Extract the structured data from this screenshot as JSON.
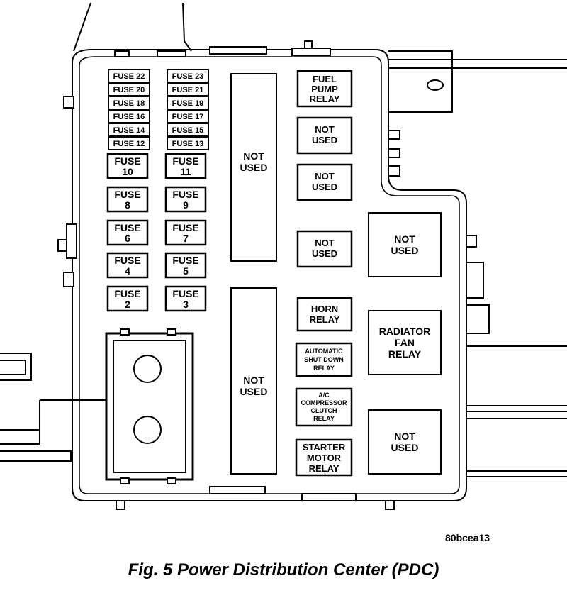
{
  "small_fuses_left": [
    "FUSE 22",
    "FUSE 20",
    "FUSE 18",
    "FUSE 16",
    "FUSE 14",
    "FUSE 12"
  ],
  "small_fuses_right": [
    "FUSE 23",
    "FUSE 21",
    "FUSE 19",
    "FUSE 17",
    "FUSE 15",
    "FUSE 13"
  ],
  "large_fuses_left": [
    {
      "l1": "FUSE",
      "l2": "10"
    },
    {
      "l1": "FUSE",
      "l2": "8"
    },
    {
      "l1": "FUSE",
      "l2": "6"
    },
    {
      "l1": "FUSE",
      "l2": "4"
    },
    {
      "l1": "FUSE",
      "l2": "2"
    }
  ],
  "large_fuses_right": [
    {
      "l1": "FUSE",
      "l2": "11"
    },
    {
      "l1": "FUSE",
      "l2": "9"
    },
    {
      "l1": "FUSE",
      "l2": "7"
    },
    {
      "l1": "FUSE",
      "l2": "5"
    },
    {
      "l1": "FUSE",
      "l2": "3"
    }
  ],
  "tall_blocks": [
    {
      "l1": "NOT",
      "l2": "USED"
    },
    {
      "l1": "NOT",
      "l2": "USED"
    }
  ],
  "relays_mid": [
    [
      "FUEL",
      "PUMP",
      "RELAY"
    ],
    [
      "NOT",
      "USED"
    ],
    [
      "NOT",
      "USED"
    ],
    [
      "NOT",
      "USED"
    ],
    [
      "HORN",
      "RELAY"
    ],
    [
      "AUTOMATIC",
      "SHUT DOWN",
      "RELAY"
    ],
    [
      "A/C",
      "COMPRESSOR",
      "CLUTCH",
      "RELAY"
    ],
    [
      "STARTER",
      "MOTOR",
      "RELAY"
    ]
  ],
  "relays_right": [
    [
      "NOT",
      "USED"
    ],
    [
      "RADIATOR",
      "FAN",
      "RELAY"
    ],
    [
      "NOT",
      "USED"
    ]
  ],
  "ref_code": "80bcea13",
  "caption": "Fig. 5 Power Distribution Center (PDC)"
}
